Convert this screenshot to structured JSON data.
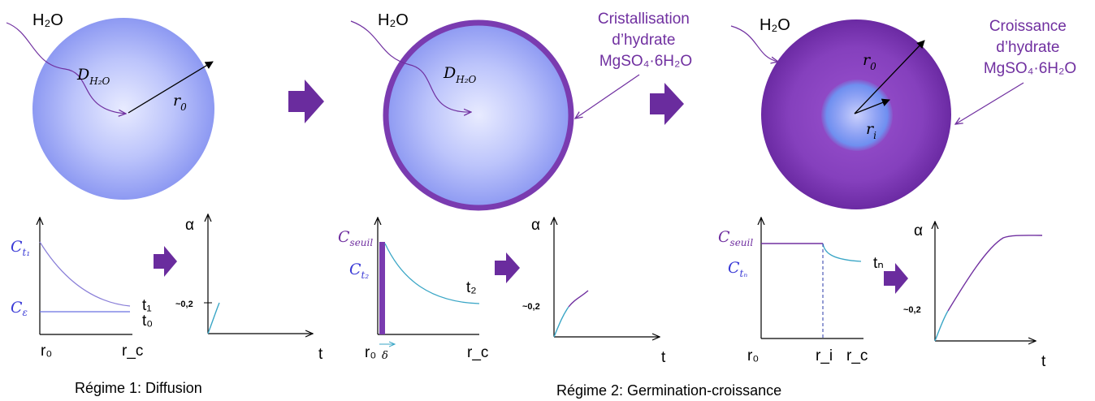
{
  "colors": {
    "purple": "#7030a0",
    "arrow_purple": "#6a2c9e",
    "teal": "#3aa6c6",
    "sphere_blue": "#9aa6f5",
    "hydrate_purple": "#7a3bb0",
    "label_blue": "#3b3bd6"
  },
  "sphere1": {
    "water": "H₂O",
    "diffusion": "D",
    "diffusion_sub": "H₂O",
    "radius": "r",
    "radius_sub": "0"
  },
  "sphere2": {
    "water": "H₂O",
    "diffusion": "D",
    "diffusion_sub": "H₂O",
    "caption_lines": [
      "Cristallisation",
      "d’hydrate",
      "MgSO₄·6H₂O"
    ]
  },
  "sphere3": {
    "water": "H₂O",
    "r0": "r",
    "r0_sub": "0",
    "ri": "r",
    "ri_sub": "i",
    "caption_lines": [
      "Croissance",
      "d’hydrate",
      "MgSO₄·6H₂O"
    ]
  },
  "conc1": {
    "c_t1": "C",
    "c_t1_sub": "t₁",
    "c_eps": "C",
    "c_eps_sub": "ε",
    "t1": "t₁",
    "t0": "t₀",
    "x_start": "r₀",
    "x_end": "r_c"
  },
  "conc2": {
    "c_seuil": "C",
    "c_seuil_sub": "seuil",
    "c_t2": "C",
    "c_t2_sub": "t₂",
    "t2": "t₂",
    "x_start": "r₀",
    "delta": "δ",
    "x_end": "r_c"
  },
  "conc3": {
    "c_seuil": "C",
    "c_seuil_sub": "seuil",
    "c_tn": "C",
    "c_tn_sub": "tₙ",
    "tn": "tₙ",
    "x_start": "r₀",
    "x_mid": "r_i",
    "x_end": "r_c"
  },
  "kinetics": {
    "y_label": "α",
    "x_label": "t",
    "tick": "~0,2"
  },
  "captions": {
    "regime1": "Régime 1: Diffusion",
    "regime2": "Régime 2: Germination-croissance"
  }
}
